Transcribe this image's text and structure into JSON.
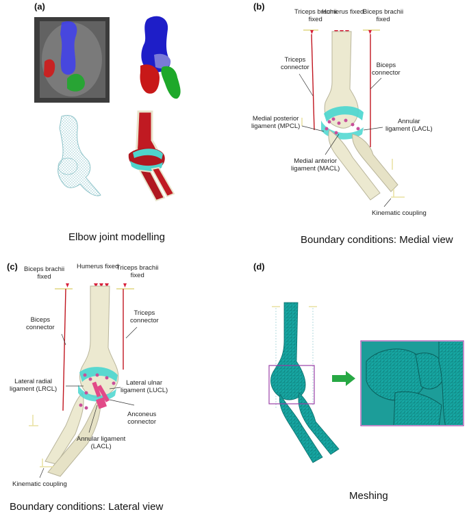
{
  "panels": {
    "a": {
      "label": "(a)",
      "caption": "Elbow joint modelling"
    },
    "b": {
      "label": "(b)",
      "caption": "Boundary conditions: Medial view",
      "annotations": {
        "triceps_fixed": "Triceps brachii\nfixed",
        "humerus_fixed": "Humerus fixed",
        "biceps_fixed": "Biceps brachii\nfixed",
        "triceps_connector": "Triceps\nconnector",
        "biceps_connector": "Biceps\nconnector",
        "mpcl": "Medial posterior\nligament (MPCL)",
        "lacl": "Annular\nligament (LACL)",
        "macl": "Medial anterior\nligament (MACL)",
        "kinematic": "Kinematic coupling"
      }
    },
    "c": {
      "label": "(c)",
      "caption": "Boundary conditions: Lateral view",
      "annotations": {
        "biceps_fixed": "Biceps brachii\nfixed",
        "humerus_fixed": "Humerus fixed",
        "triceps_fixed": "Triceps brachii\nfixed",
        "biceps_connector": "Biceps\nconnector",
        "triceps_connector": "Triceps\nconnector",
        "lrcl": "Lateral radial\nligament (LRCL)",
        "lucl": "Lateral ulnar\nligament (LUCL)",
        "anconeus": "Anconeus\nconnector",
        "lacl": "Annular ligament\n(LACL)",
        "kinematic": "Kinematic coupling"
      }
    },
    "d": {
      "label": "(d)",
      "caption": "Meshing"
    }
  },
  "colors": {
    "bone": "#ece9d0",
    "bone_edge": "#b8b49a",
    "ligament": "#49d6cf",
    "connector": "#c0141e",
    "mesh": "#17a7a3",
    "frame": "#9a3fa6",
    "arrow": "#27a844",
    "humerus_seg": "#2a2ad0",
    "ulna_seg": "#1fa82c",
    "radius_seg": "#d01a1a",
    "ct_gray": "#5c5c5c"
  }
}
